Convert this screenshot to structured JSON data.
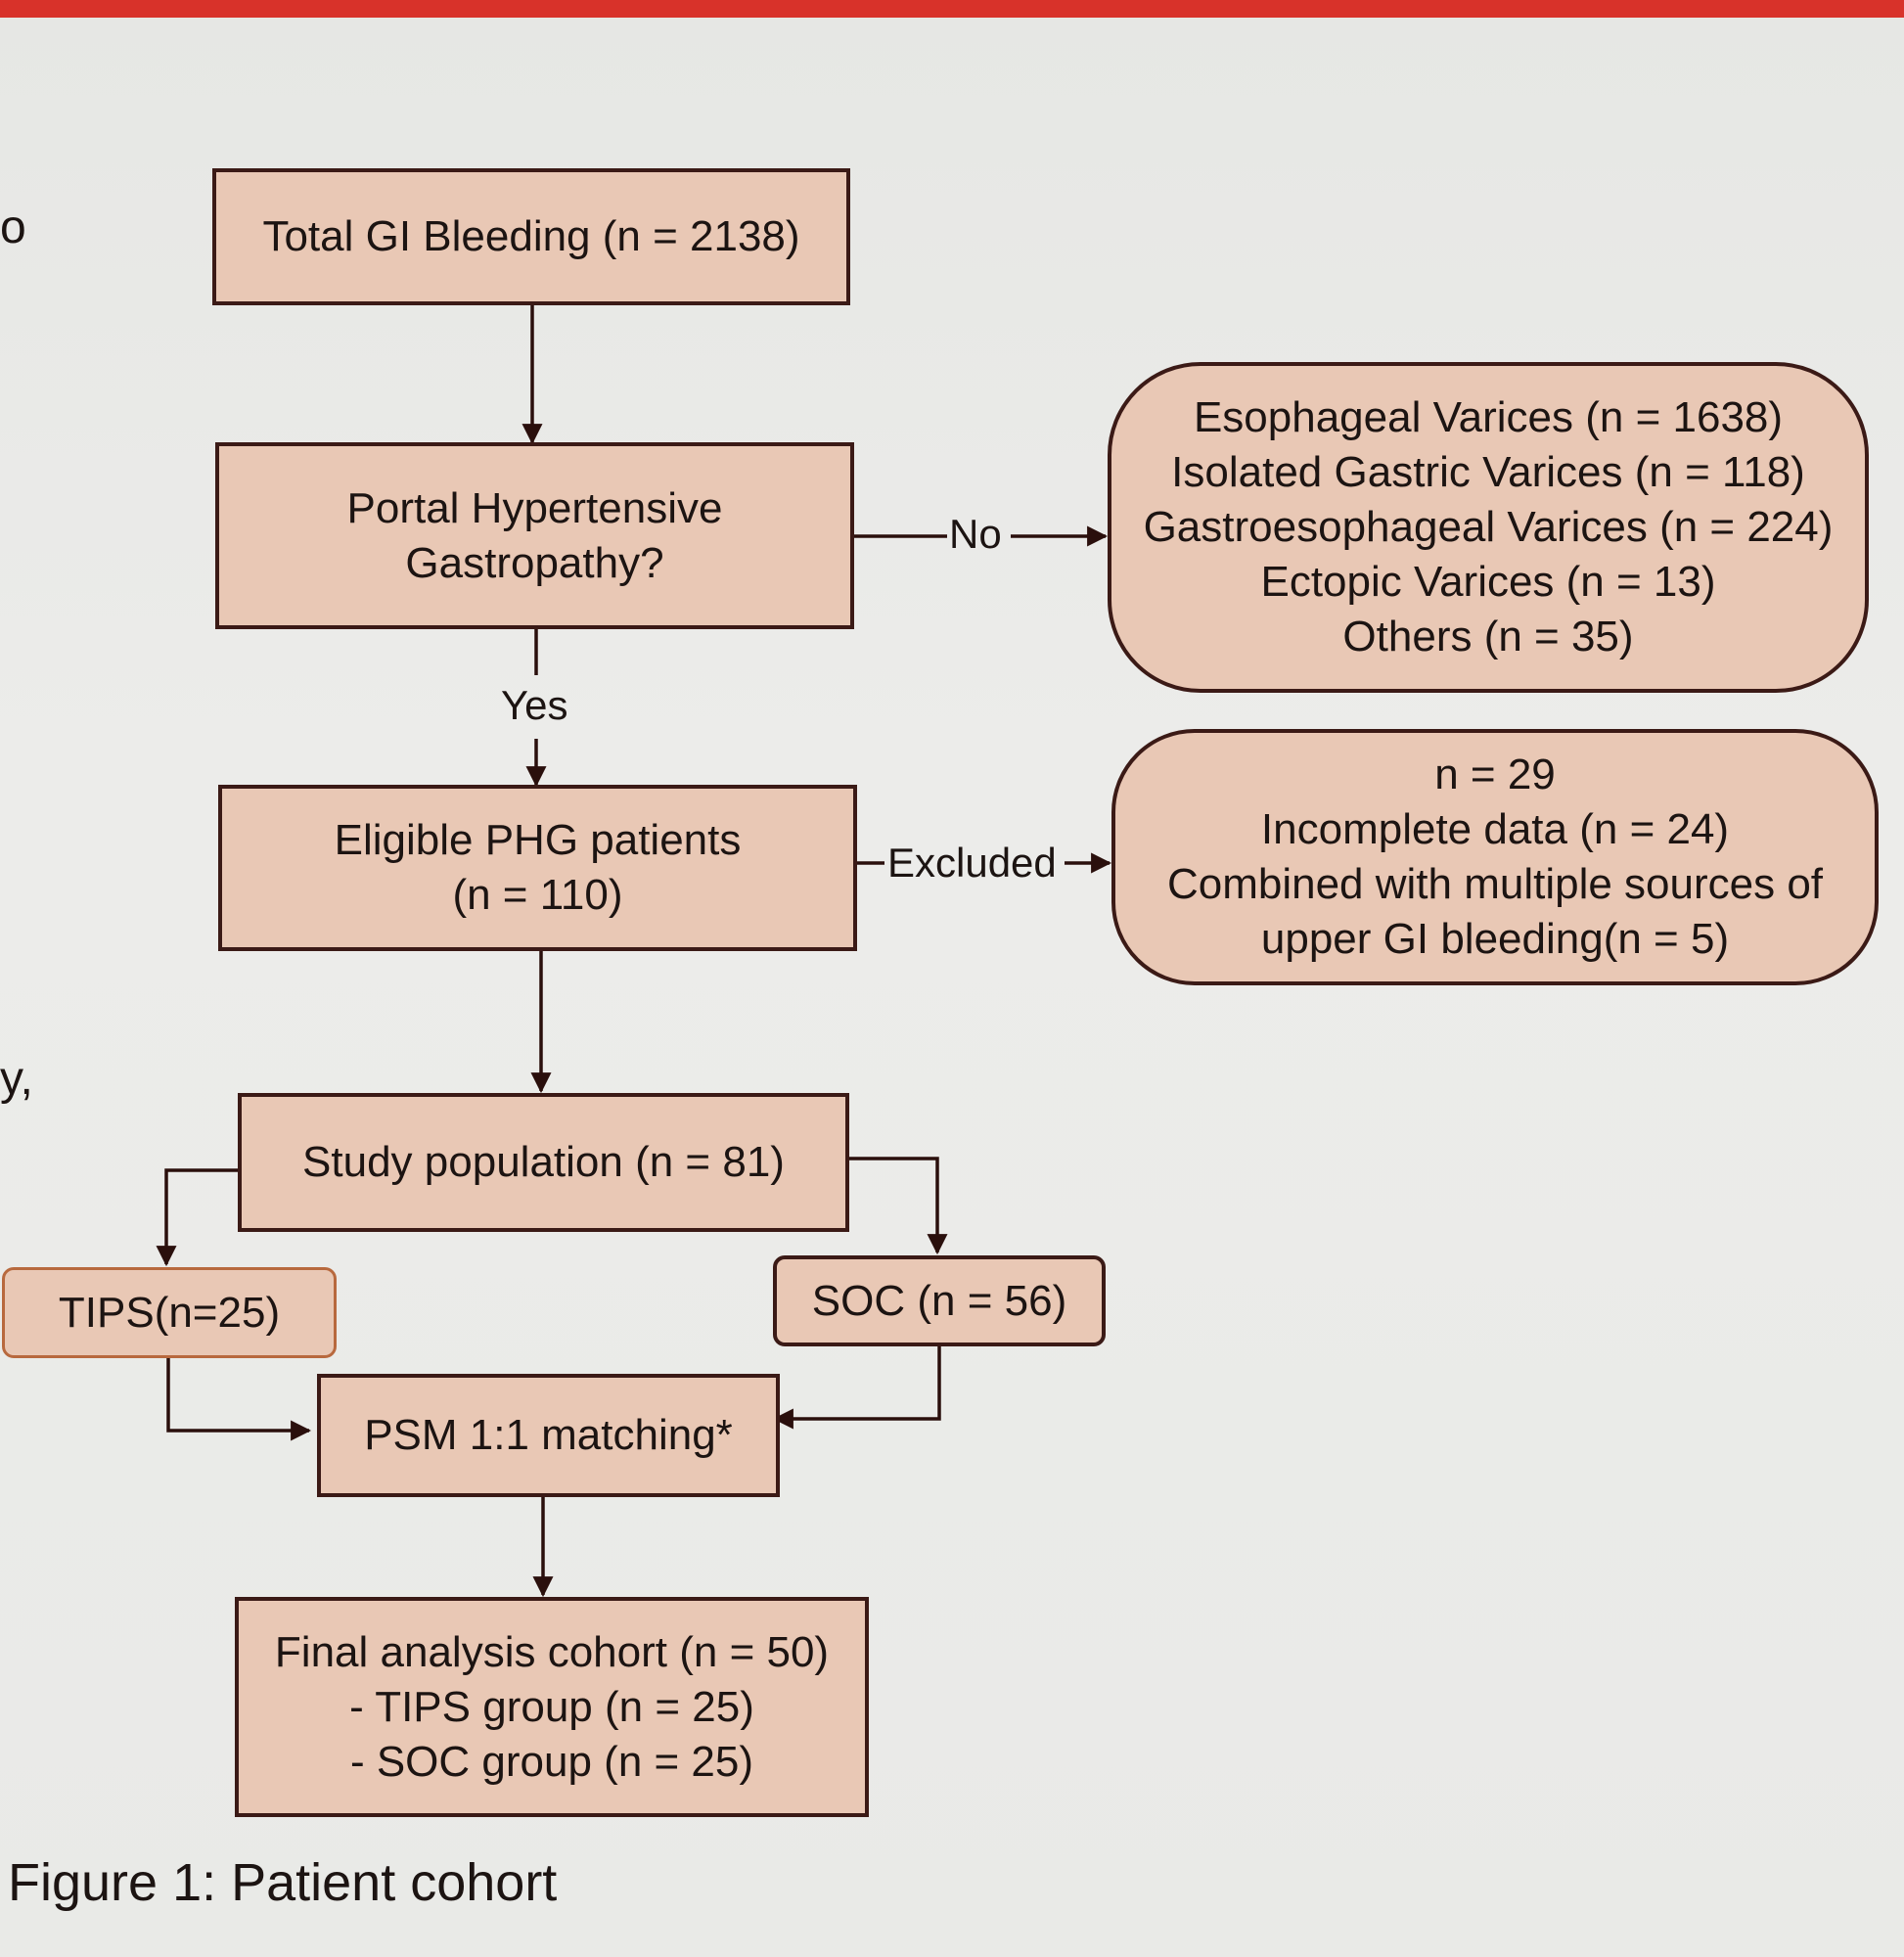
{
  "margin_fragments": [
    "o",
    "y,"
  ],
  "boxes": {
    "total": [
      "Total GI Bleeding (n = 2138)"
    ],
    "phg": [
      "Portal Hypertensive",
      "Gastropathy?"
    ],
    "varices": [
      "Esophageal Varices (n = 1638)",
      "Isolated Gastric Varices (n = 118)",
      "Gastroesophageal Varices (n = 224)",
      "Ectopic Varices (n = 13)",
      "Others (n = 35)"
    ],
    "eligible": [
      "Eligible PHG patients",
      "(n = 110)"
    ],
    "excluded": [
      "n = 29",
      "Incomplete data (n = 24)",
      "Combined with multiple sources of",
      "upper GI bleeding(n = 5)"
    ],
    "study": [
      "Study population (n = 81)"
    ],
    "tips": [
      "TIPS(n=25)"
    ],
    "soc": [
      "SOC (n = 56)"
    ],
    "psm": [
      "PSM 1:1 matching*"
    ],
    "final": [
      "Final analysis cohort (n = 50)",
      "- TIPS group (n = 25)",
      "- SOC group (n = 25)"
    ]
  },
  "edge_labels": {
    "no": "No",
    "yes": "Yes",
    "excluded": "Excluded"
  },
  "caption": "Figure 1: Patient cohort"
}
